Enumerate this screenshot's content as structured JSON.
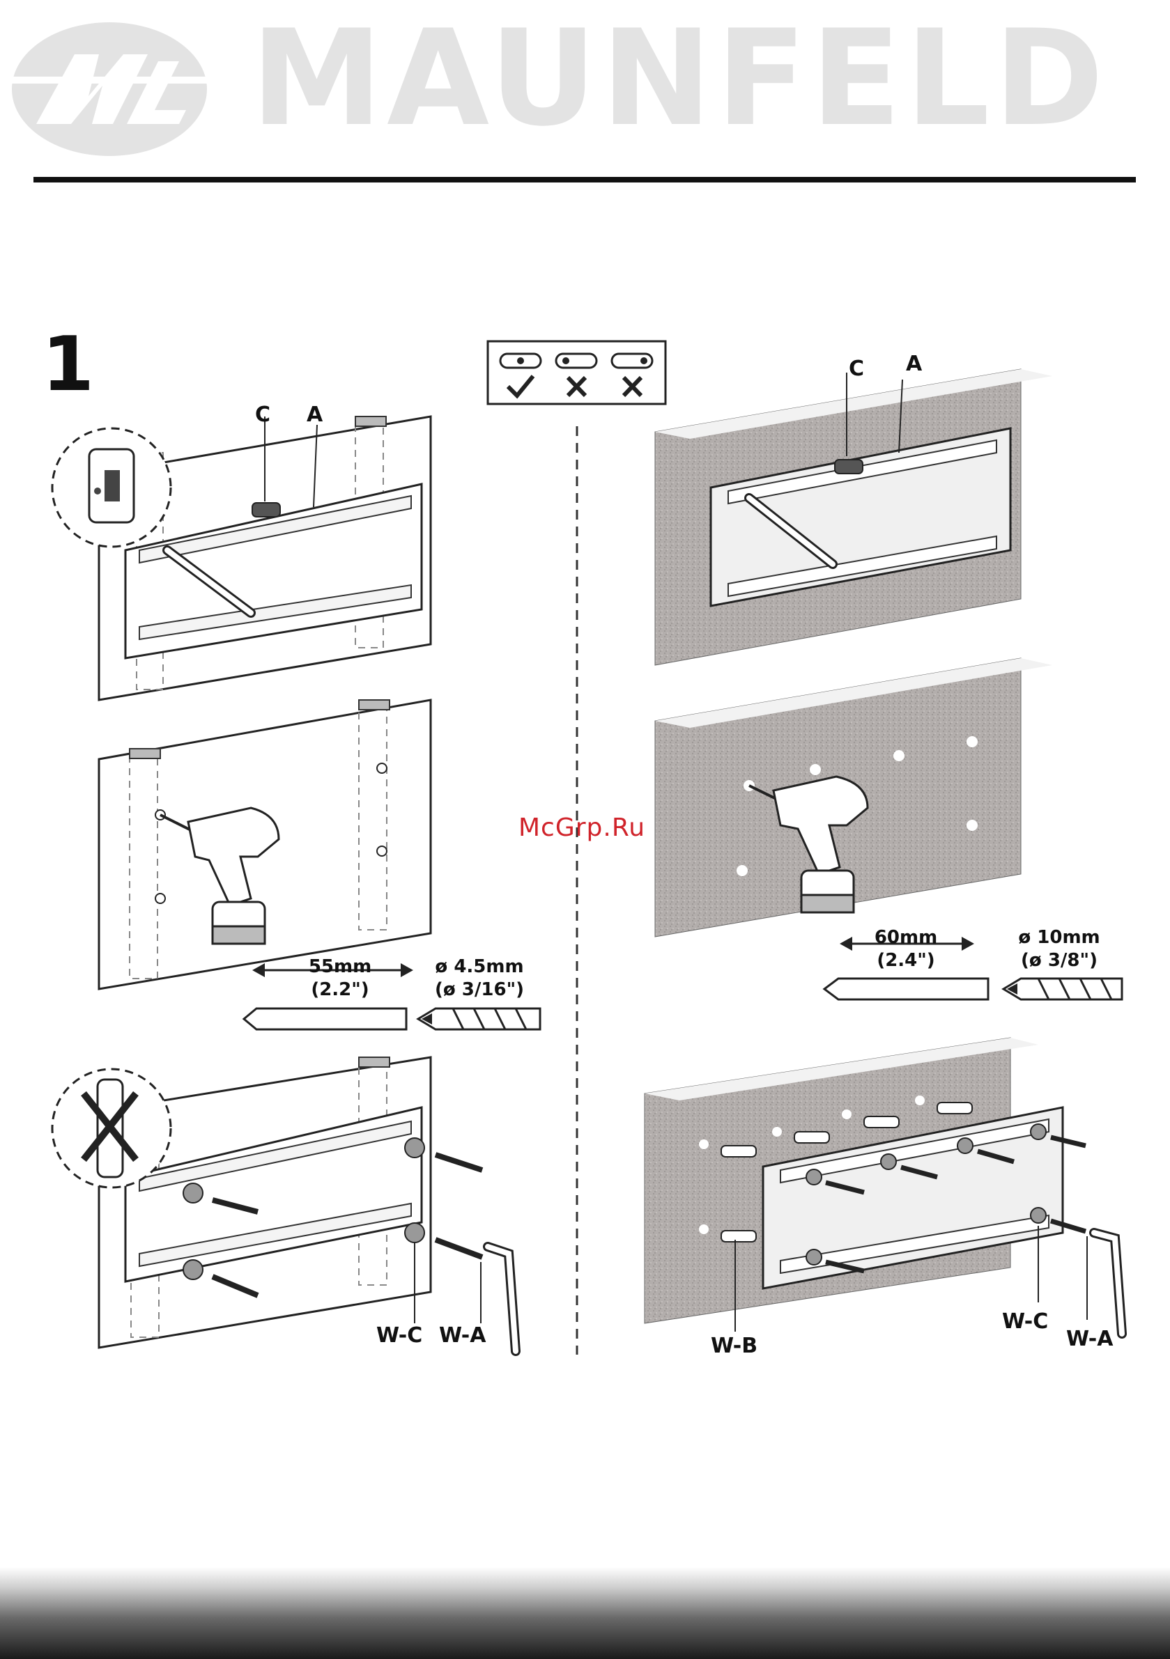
{
  "header": {
    "brand_name": "MAUNFELD"
  },
  "step": {
    "number": "1"
  },
  "left_column": {
    "panel1": {
      "label_c": "C",
      "label_a": "A"
    },
    "panel2": {
      "hole_distance": "55mm",
      "hole_distance_in": "(2.2\")",
      "drill_size": "ø 4.5mm",
      "drill_size_in": "(ø 3/16\")"
    },
    "panel3": {
      "label_washer": "W-C",
      "label_bolt": "W-A"
    }
  },
  "right_column": {
    "panel1": {
      "label_c": "C",
      "label_a": "A"
    },
    "panel2": {
      "hole_distance": "60mm",
      "hole_distance_in": "(2.4\")",
      "drill_size": "ø 10mm",
      "drill_size_in": "(ø 3/8\")"
    },
    "panel3": {
      "label_anchor": "W-B",
      "label_washer": "W-C",
      "label_bolt": "W-A"
    }
  },
  "watermark": "McGrp.Ru",
  "colors": {
    "brand_gray": "#e3e3e3",
    "watermark_red": "#d0232a",
    "wall_texture": "#b3aeac"
  }
}
